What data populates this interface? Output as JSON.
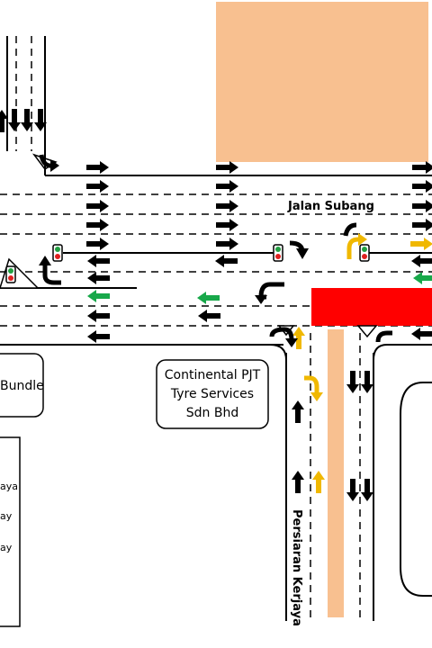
{
  "roads": {
    "main_road_name": "Jalan Subang",
    "side_road_name": "Persiaran Kerjaya"
  },
  "buildings": {
    "tyre_shop_lines": [
      "Continental PJT",
      "Tyre Services",
      "Sdn Bhd"
    ],
    "left_shop_name": "Bundle"
  },
  "legend": {
    "partial_labels": [
      "aya",
      "ay",
      "ay"
    ]
  },
  "colors": {
    "road_divider": "#f8c090",
    "construction_zone": "#ff0000",
    "block_fill": "#f8c090",
    "arrow_general": "#000000",
    "arrow_green": "#18a84a",
    "arrow_yellow": "#f0b800",
    "signal_red": "#e02020",
    "signal_green": "#20a040"
  },
  "icons": [
    "traffic-light-icon",
    "straight-arrow-icon",
    "turn-arrow-icon",
    "u-turn-arrow-icon"
  ]
}
